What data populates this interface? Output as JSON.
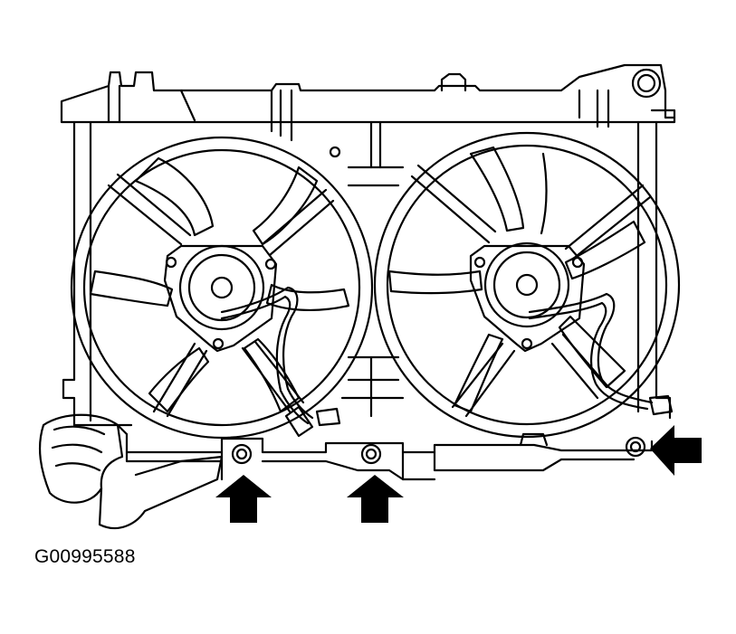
{
  "figure": {
    "code": "G00995588",
    "line_color": "#000000",
    "fill_color": "#ffffff",
    "arrow_color": "#000000"
  },
  "callouts": [
    {
      "name": "arrow-up-left-bolt",
      "direction": "up"
    },
    {
      "name": "arrow-up-center-bolt",
      "direction": "up"
    },
    {
      "name": "arrow-left-right-bolt",
      "direction": "left"
    }
  ]
}
